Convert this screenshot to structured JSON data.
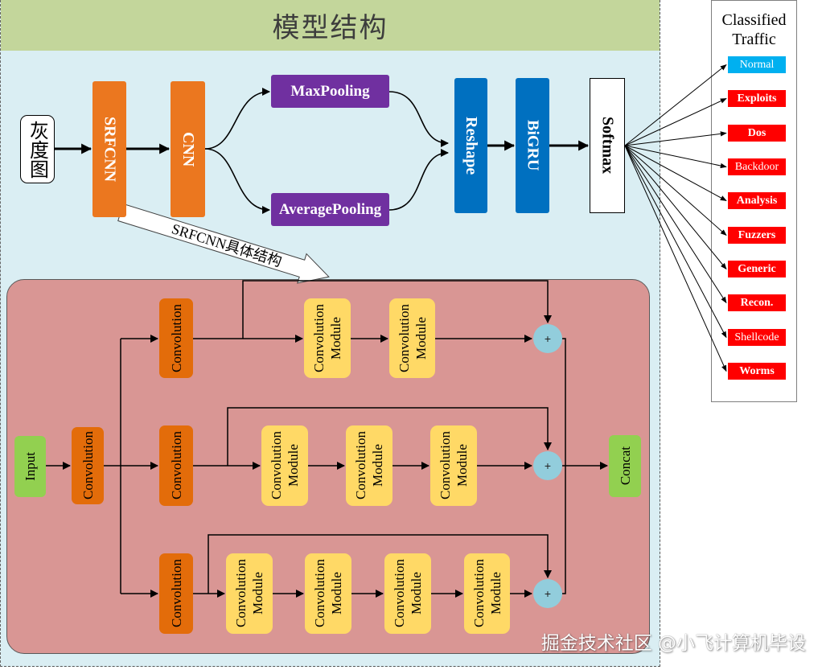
{
  "title": "模型结构",
  "colors": {
    "header_bg": "#c3d69b",
    "canvas_bg": "#daeef3",
    "detail_panel_bg": "#d99694",
    "srfcnn_cnn": "#eb771f",
    "pooling": "#7030a0",
    "reshape_bigru": "#0070c0",
    "detail_convolution": "#e36c0a",
    "convolution_module": "#ffd966",
    "add_node": "#92cddc",
    "input_concat": "#92d050"
  },
  "pipeline": {
    "grayscale_image": "灰度图",
    "srfcnn": "SRFCNN",
    "cnn": "CNN",
    "max_pooling": "MaxPooling",
    "average_pooling": "AveragePooling",
    "reshape": "Reshape",
    "bigru": "BiGRU",
    "softmax": "Softmax"
  },
  "callout": "SRFCNN具体结构",
  "classified_traffic": {
    "title": "Classified Traffic",
    "classes": [
      {
        "label": "Normal",
        "color": "#00b0f0"
      },
      {
        "label": "Exploits",
        "color": "#ff0000"
      },
      {
        "label": "Dos",
        "color": "#ff0000"
      },
      {
        "label": "Backdoor",
        "color": "#ff0000"
      },
      {
        "label": "Analysis",
        "color": "#ff0000"
      },
      {
        "label": "Fuzzers",
        "color": "#ff0000"
      },
      {
        "label": "Generic",
        "color": "#ff0000"
      },
      {
        "label": "Recon.",
        "color": "#ff0000"
      },
      {
        "label": "Shellcode",
        "color": "#ff0000"
      },
      {
        "label": "Worms",
        "color": "#ff0000"
      }
    ]
  },
  "srfcnn_detail": {
    "input": "Input",
    "stem_convolution": "Convolution",
    "branches": [
      {
        "convolution": "Convolution",
        "modules": [
          [
            "Convolution",
            "Module"
          ],
          [
            "Convolution",
            "Module"
          ]
        ],
        "add": "+"
      },
      {
        "convolution": "Convolution",
        "modules": [
          [
            "Convolution",
            "Module"
          ],
          [
            "Convolution",
            "Module"
          ],
          [
            "Convolution",
            "Module"
          ]
        ],
        "add": "+"
      },
      {
        "convolution": "Convolution",
        "modules": [
          [
            "Convolution",
            "Module"
          ],
          [
            "Convolution",
            "Module"
          ],
          [
            "Convolution",
            "Module"
          ],
          [
            "Convolution",
            "Module"
          ]
        ],
        "add": "+"
      }
    ],
    "concat": "Concat"
  },
  "watermark": "掘金技术社区 @小飞计算机毕设"
}
